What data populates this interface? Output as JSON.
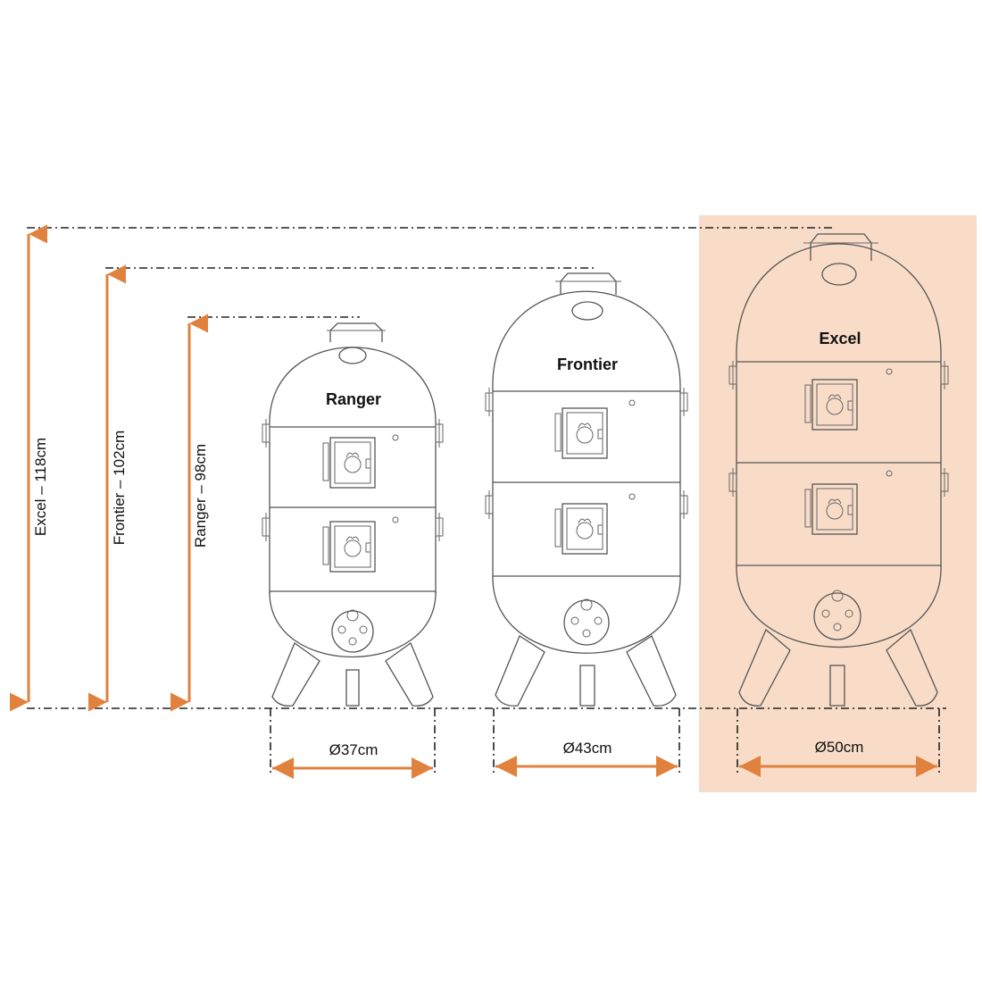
{
  "colors": {
    "accent": "#e0823d",
    "highlight": "#f9dcc8",
    "line": "#555555"
  },
  "smokers": [
    {
      "name": "Ranger",
      "diameter": "Ø37cm",
      "height": "Ranger – 98cm"
    },
    {
      "name": "Frontier",
      "diameter": "Ø43cm",
      "height": "Frontier – 102cm"
    },
    {
      "name": "Excel",
      "diameter": "Ø50cm",
      "height": "Excel – 118cm"
    }
  ]
}
